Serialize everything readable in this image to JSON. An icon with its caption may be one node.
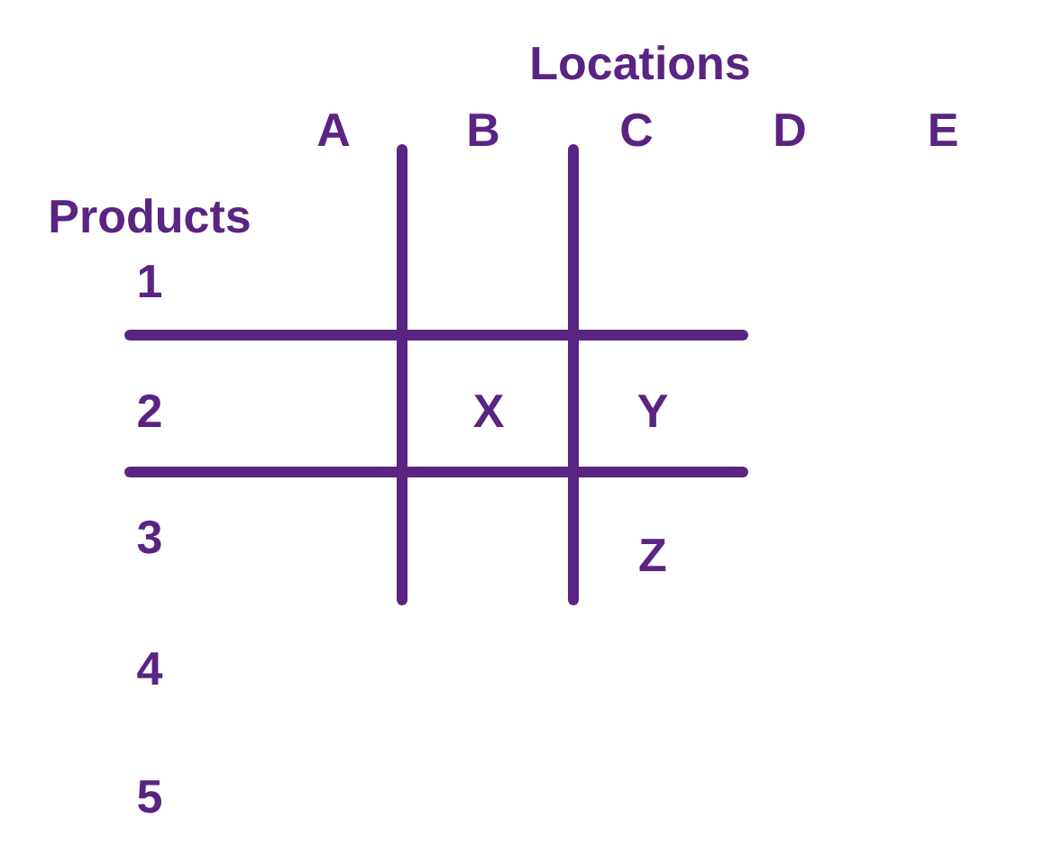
{
  "diagram": {
    "labels": [
      "Locations",
      "A",
      "B",
      "C",
      "D",
      "E",
      "Products",
      "1",
      "2",
      "X",
      "Y",
      "3",
      "Z",
      "4",
      "5"
    ]
  }
}
